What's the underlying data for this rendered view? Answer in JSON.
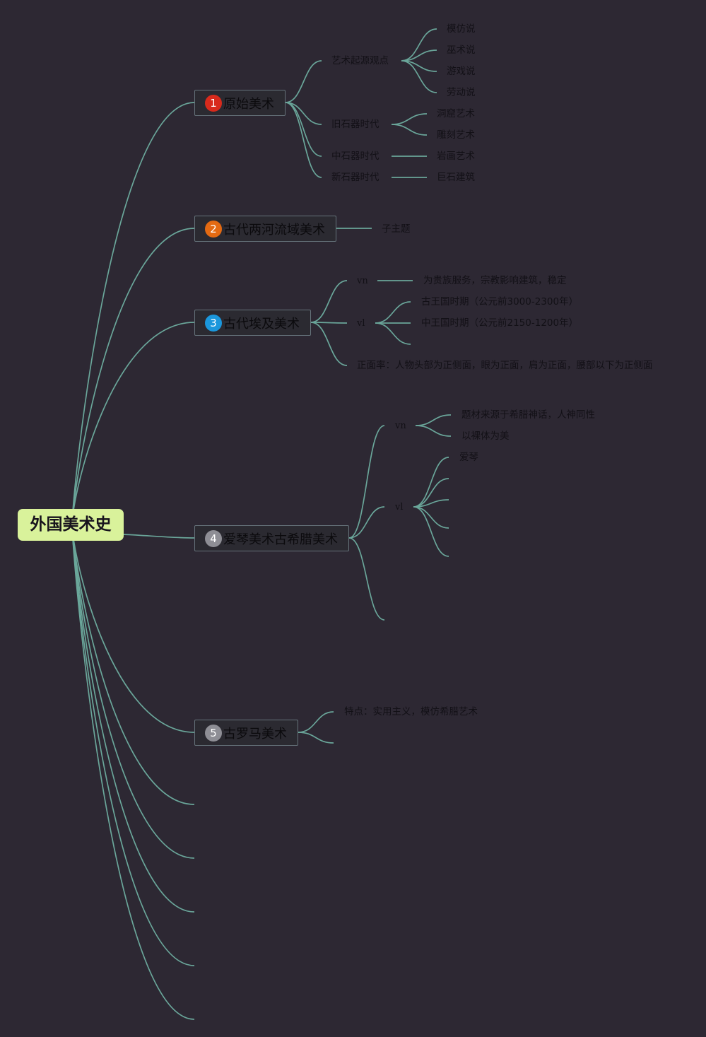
{
  "root": {
    "title": "外国美术史"
  },
  "topics": [
    {
      "number": "1",
      "badge_color": "#d82a1c",
      "title": "原始美术",
      "children": [
        {
          "label": "艺术起源观点",
          "children": [
            "模仿说",
            "巫术说",
            "游戏说",
            "劳动说"
          ]
        },
        {
          "label": "旧石器时代",
          "children": [
            "洞窟艺术",
            "雕刻艺术"
          ]
        },
        {
          "label": "中石器时代",
          "children": [
            "岩画艺术"
          ]
        },
        {
          "label": "新石器时代",
          "children": [
            "巨石建筑"
          ]
        }
      ]
    },
    {
      "number": "2",
      "badge_color": "#e46a12",
      "title": "古代两河流域美术",
      "children": [
        {
          "label": "子主题",
          "children": []
        }
      ]
    },
    {
      "number": "3",
      "badge_color": "#1b97dc",
      "title": "古代埃及美术",
      "children": [
        {
          "label": "vn",
          "children": [
            "为贵族服务，宗教影响建筑，稳定"
          ]
        },
        {
          "label": "vl",
          "children": [
            "古王国时期（公元前3000-2300年）",
            "中王国时期（公元前2150-1200年）",
            ""
          ]
        },
        {
          "label": "正面率：人物头部为正侧面，眼为正面，肩为正面，腰部以下为正侧面",
          "children": []
        }
      ]
    },
    {
      "number": "4",
      "badge_color": "#8e8e95",
      "title": "爱琴美术古希腊美术",
      "children": [
        {
          "label": "vn",
          "children": [
            "题材来源于希腊神话，人神同性",
            "以裸体为美"
          ]
        },
        {
          "label": "vl",
          "children": [
            "爱琴",
            "",
            "",
            "",
            ""
          ]
        },
        {
          "label": "",
          "children": []
        }
      ]
    },
    {
      "number": "5",
      "badge_color": "#8e8e95",
      "title": "古罗马美术",
      "children": [
        {
          "label": "特点：实用主义，模仿希腊艺术",
          "children": []
        },
        {
          "label": "",
          "children": []
        }
      ]
    },
    {
      "number": "",
      "badge_color": "",
      "title": "",
      "children": []
    },
    {
      "number": "",
      "badge_color": "",
      "title": "",
      "children": []
    },
    {
      "number": "",
      "badge_color": "",
      "title": "",
      "children": []
    },
    {
      "number": "",
      "badge_color": "",
      "title": "",
      "children": []
    },
    {
      "number": "",
      "badge_color": "",
      "title": "",
      "children": []
    }
  ],
  "colors": {
    "background": "#2d2833",
    "connector": "#6aa69a",
    "root_fill": "#d9f29b",
    "topic_border": "#65727a"
  }
}
